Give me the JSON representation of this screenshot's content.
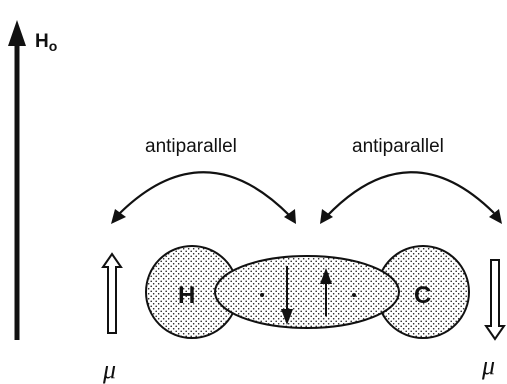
{
  "field": {
    "label_main": "H",
    "label_sub": "o"
  },
  "coupling": {
    "left_label": "antiparallel",
    "right_label": "antiparallel"
  },
  "atoms": {
    "left": "H",
    "right": "C"
  },
  "moments": {
    "left_label": "μ",
    "right_label": "μ"
  },
  "colors": {
    "ink": "#111111",
    "fill": "#ffffff"
  }
}
